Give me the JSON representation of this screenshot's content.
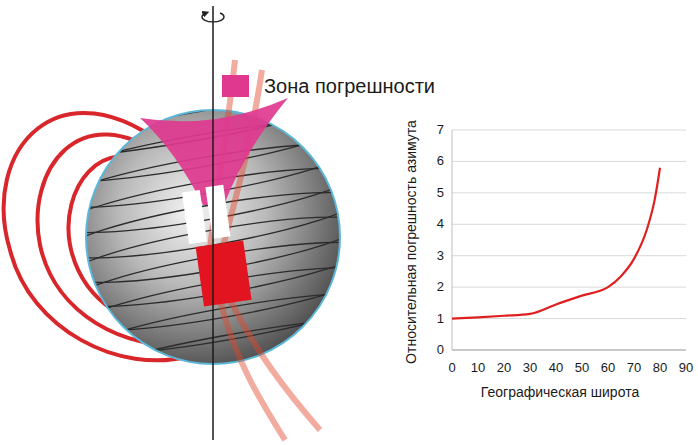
{
  "diagram": {
    "labels": [
      "0",
      "1",
      "2",
      "3",
      "4",
      "5",
      "6",
      "7",
      "0",
      "10",
      "20",
      "30",
      "40",
      "50",
      "60",
      "70",
      "80",
      "90",
      "Относительная погрешность азимута",
      "Географическая широта"
    ],
    "legend": [
      {
        "text": "Зона погрешности",
        "color": "#e0388f"
      }
    ]
  }
}
